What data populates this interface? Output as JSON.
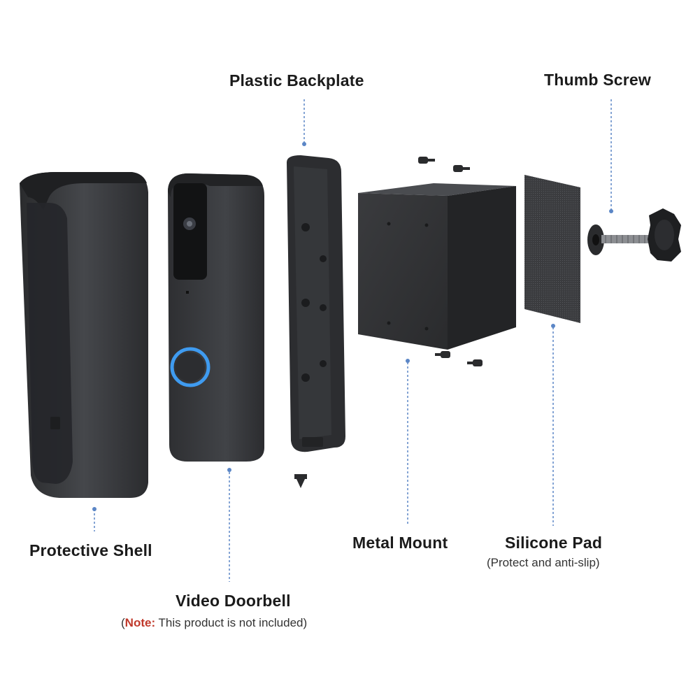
{
  "labels": {
    "plastic_backplate": "Plastic Backplate",
    "thumb_screw": "Thumb Screw",
    "protective_shell": "Protective Shell",
    "metal_mount": "Metal Mount",
    "silicone_pad": "Silicone Pad",
    "silicone_pad_sub": "(Protect and anti-slip)",
    "video_doorbell": "Video Doorbell",
    "note_open": "(",
    "note_word": "Note:",
    "note_text": " This product is not included)"
  },
  "colors": {
    "leader_line": "#5b86c6",
    "note_accent": "#c0392b",
    "device_dark": "#3a3b3e",
    "ring_light": "#3f9bf0"
  }
}
